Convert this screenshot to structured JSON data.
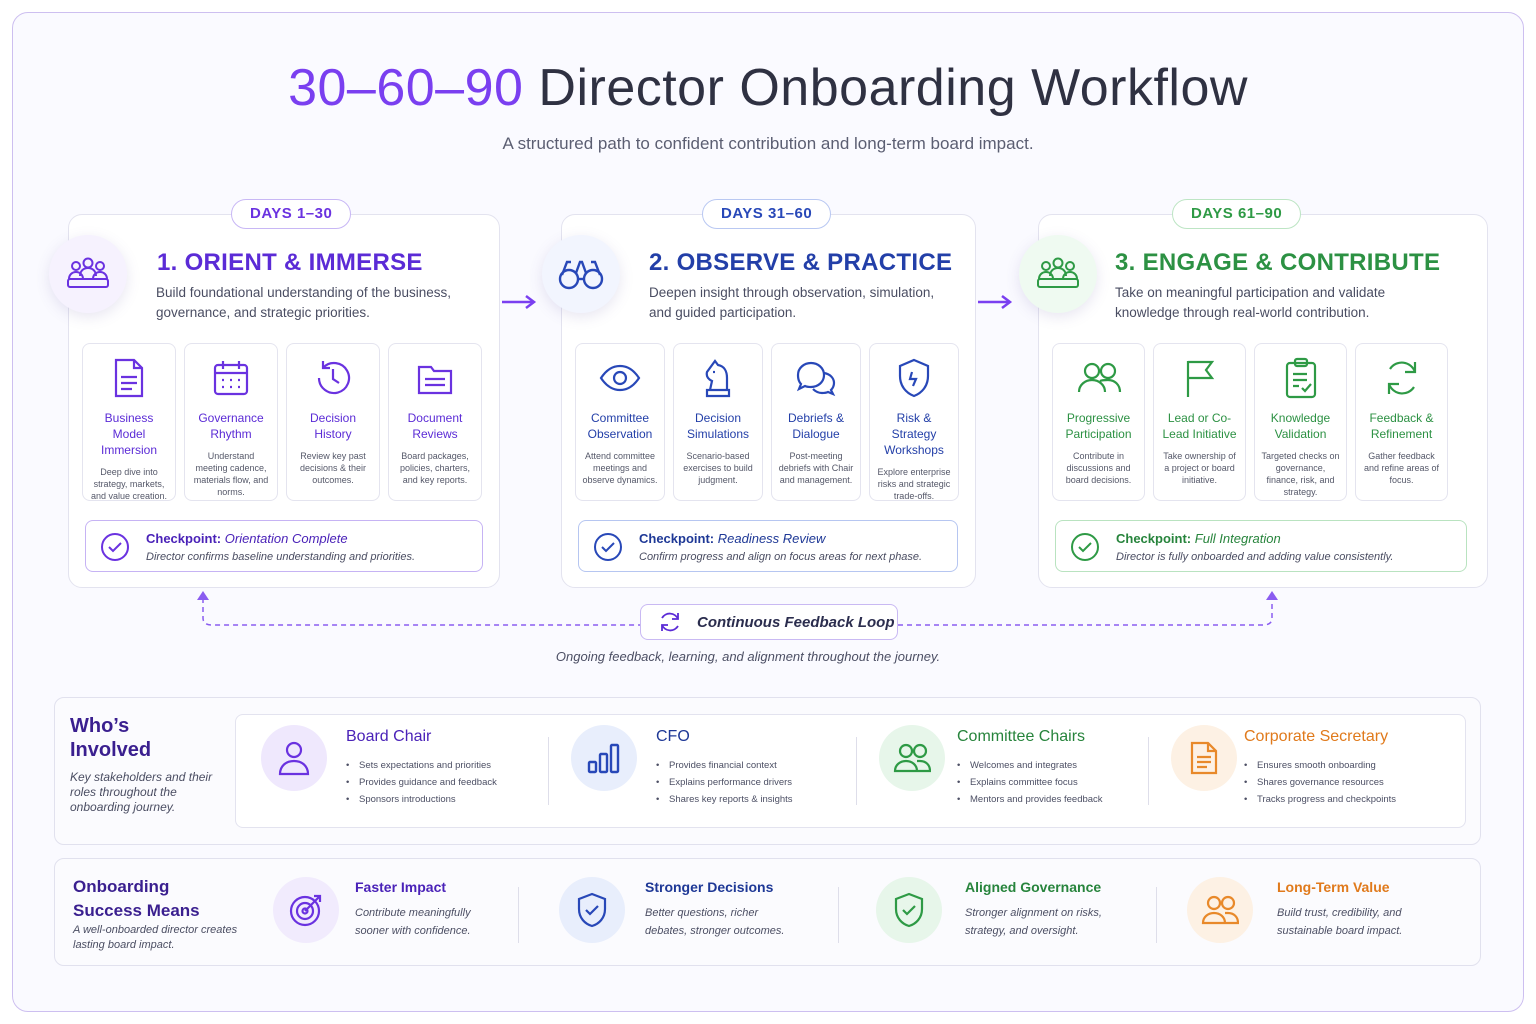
{
  "header": {
    "title_numbers": "30–60–90",
    "title_text": "Director Onboarding Workflow",
    "subtitle": "A structured path to confident contribution and long-term board impact."
  },
  "colors": {
    "phase1": "#5b2bd6",
    "phase2": "#233fa8",
    "phase3": "#2c9143",
    "chair": "#5b2bd6",
    "cfo": "#2848b8",
    "committee": "#2c9143",
    "secretary": "#e8892a"
  },
  "phases": [
    {
      "days": "DAYS 1–30",
      "title": "1. ORIENT & IMMERSE",
      "desc": "Build foundational understanding of the business, governance, and strategic priorities.",
      "icon": "people-group-icon",
      "cards": [
        {
          "title": "Business Model Immersion",
          "desc": "Deep dive into strategy, markets, and value creation.",
          "icon": "document-icon"
        },
        {
          "title": "Governance Rhythm",
          "desc": "Understand meeting cadence, materials flow, and norms.",
          "icon": "calendar-icon"
        },
        {
          "title": "Decision History",
          "desc": "Review key past decisions & their outcomes.",
          "icon": "history-clock-icon"
        },
        {
          "title": "Document Reviews",
          "desc": "Board packages, policies, charters, and key reports.",
          "icon": "folder-icon"
        }
      ],
      "checkpoint": {
        "label": "Checkpoint:",
        "name": "Orientation Complete",
        "desc": "Director confirms baseline understanding and priorities."
      }
    },
    {
      "days": "DAYS 31–60",
      "title": "2. OBSERVE & PRACTICE",
      "desc": "Deepen insight through observation, simulation, and guided participation.",
      "icon": "binoculars-icon",
      "cards": [
        {
          "title": "Committee Observation",
          "desc": "Attend committee meetings and observe dynamics.",
          "icon": "eye-icon"
        },
        {
          "title": "Decision Simulations",
          "desc": "Scenario-based exercises to build judgment.",
          "icon": "chess-knight-icon"
        },
        {
          "title": "Debriefs & Dialogue",
          "desc": "Post-meeting debriefs with Chair and management.",
          "icon": "chat-bubbles-icon"
        },
        {
          "title": "Risk & Strategy Workshops",
          "desc": "Explore enterprise risks and strategic trade-offs.",
          "icon": "shield-icon"
        }
      ],
      "checkpoint": {
        "label": "Checkpoint:",
        "name": "Readiness Review",
        "desc": "Confirm progress and align on focus areas for next phase."
      }
    },
    {
      "days": "DAYS 61–90",
      "title": "3. ENGAGE & CONTRIBUTE",
      "desc": "Take on meaningful participation and validate knowledge through real-world contribution.",
      "icon": "people-group-icon",
      "cards": [
        {
          "title": "Progressive Participation",
          "desc": "Contribute in discussions and board decisions.",
          "icon": "users-icon"
        },
        {
          "title": "Lead or Co-Lead Initiative",
          "desc": "Take ownership of a project or board initiative.",
          "icon": "flag-icon"
        },
        {
          "title": "Knowledge Validation",
          "desc": "Targeted checks on governance, finance, risk, and strategy.",
          "icon": "clipboard-check-icon"
        },
        {
          "title": "Feedback & Refinement",
          "desc": "Gather feedback and refine areas of focus.",
          "icon": "refresh-icon"
        }
      ],
      "checkpoint": {
        "label": "Checkpoint:",
        "name": "Full Integration",
        "desc": "Director is fully onboarded and adding value consistently."
      }
    }
  ],
  "feedback_loop": {
    "label": "Continuous Feedback Loop",
    "caption": "Ongoing feedback, learning, and alignment throughout the journey."
  },
  "who": {
    "title": "Who’s Involved",
    "subtitle": "Key stakeholders and their roles throughout the onboarding journey.",
    "roles": [
      {
        "name": "Board  Chair",
        "icon": "person-icon",
        "items": [
          "Sets expectations and priorities",
          "Provides guidance and feedback",
          "Sponsors introductions"
        ]
      },
      {
        "name": "CFO",
        "icon": "bar-chart-icon",
        "items": [
          "Provides financial context",
          "Explains performance drivers",
          "Shares key reports & insights"
        ]
      },
      {
        "name": "Committee Chairs",
        "icon": "users-icon",
        "items": [
          "Welcomes and integrates",
          "Explains committee focus",
          "Mentors and provides feedback"
        ]
      },
      {
        "name": "Corporate Secretary",
        "icon": "document-icon",
        "items": [
          "Ensures smooth onboarding",
          "Shares governance resources",
          "Tracks progress and checkpoints"
        ]
      }
    ]
  },
  "success": {
    "title": "Onboarding Success Means",
    "subtitle": "A well-onboarded director creates lasting board impact.",
    "outcomes": [
      {
        "name": "Faster Impact",
        "desc": "Contribute meaningfully sooner with confidence.",
        "icon": "target-icon"
      },
      {
        "name": "Stronger Decisions",
        "desc": "Better questions, richer debates, stronger outcomes.",
        "icon": "shield-check-icon"
      },
      {
        "name": "Aligned Governance",
        "desc": "Stronger alignment on risks, strategy, and oversight.",
        "icon": "shield-check-icon"
      },
      {
        "name": "Long-Term Value",
        "desc": "Build trust, credibility, and sustainable board impact.",
        "icon": "users-icon"
      }
    ]
  }
}
